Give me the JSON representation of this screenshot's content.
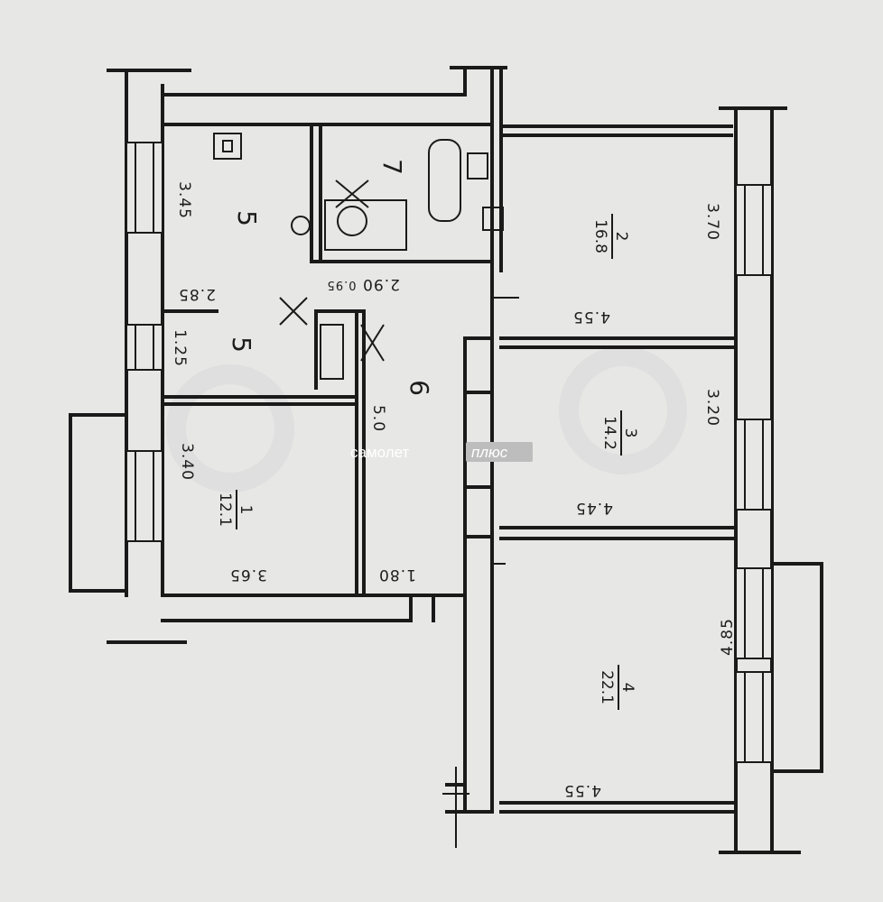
{
  "rooms": [
    {
      "id": "room-1",
      "number": "1",
      "area": "12.1"
    },
    {
      "id": "room-2",
      "number": "2",
      "area": "16.8"
    },
    {
      "id": "room-3",
      "number": "3",
      "area": "14.2"
    },
    {
      "id": "room-4",
      "number": "4",
      "area": "22.1"
    },
    {
      "id": "room-5-upper",
      "number": "5"
    },
    {
      "id": "room-5-lower",
      "number": "5"
    },
    {
      "id": "room-6",
      "number": "6"
    },
    {
      "id": "room-7",
      "number": "7"
    }
  ],
  "dimensions": {
    "d345": "3.45",
    "d285": "2.85",
    "d125": "1.25",
    "d340": "3.40",
    "d365": "3.65",
    "d180": "1.80",
    "d290": "2.90",
    "d095": "0.95",
    "d50": "5.0",
    "d370": "3.70",
    "d455a": "4.55",
    "d320": "3.20",
    "d445": "4.45",
    "d485": "4.85",
    "d455b": "4.55"
  },
  "watermark": {
    "part1": "самолет",
    "part2": "плюс"
  }
}
